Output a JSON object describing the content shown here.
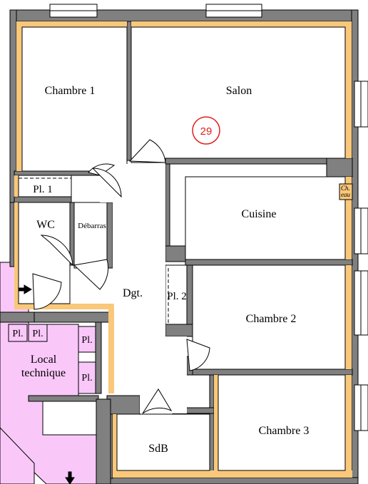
{
  "plan": {
    "unit_number": "29",
    "rooms": {
      "chambre1": "Chambre 1",
      "salon": "Salon",
      "pl1": "Pl. 1",
      "wc": "WC",
      "debarras": "Débarras",
      "cuisine": "Cuisine",
      "chauffe_eau_1": "Ch.",
      "chauffe_eau_2": "eau",
      "dgt": "Dgt.",
      "pl2": "Pl. 2",
      "chambre2": "Chambre 2",
      "local_technique_1": "Local",
      "local_technique_2": "technique",
      "pl_a": "Pl.",
      "pl_b": "Pl.",
      "pl_c": "Pl.",
      "pl_d": "Pl.",
      "sdb": "SdB",
      "chambre3": "Chambre 3"
    },
    "colors": {
      "wall": "#808080",
      "insulation": "#f9c87a",
      "common_area": "#f9c8f9",
      "unit_marker": "#e0201c"
    }
  }
}
